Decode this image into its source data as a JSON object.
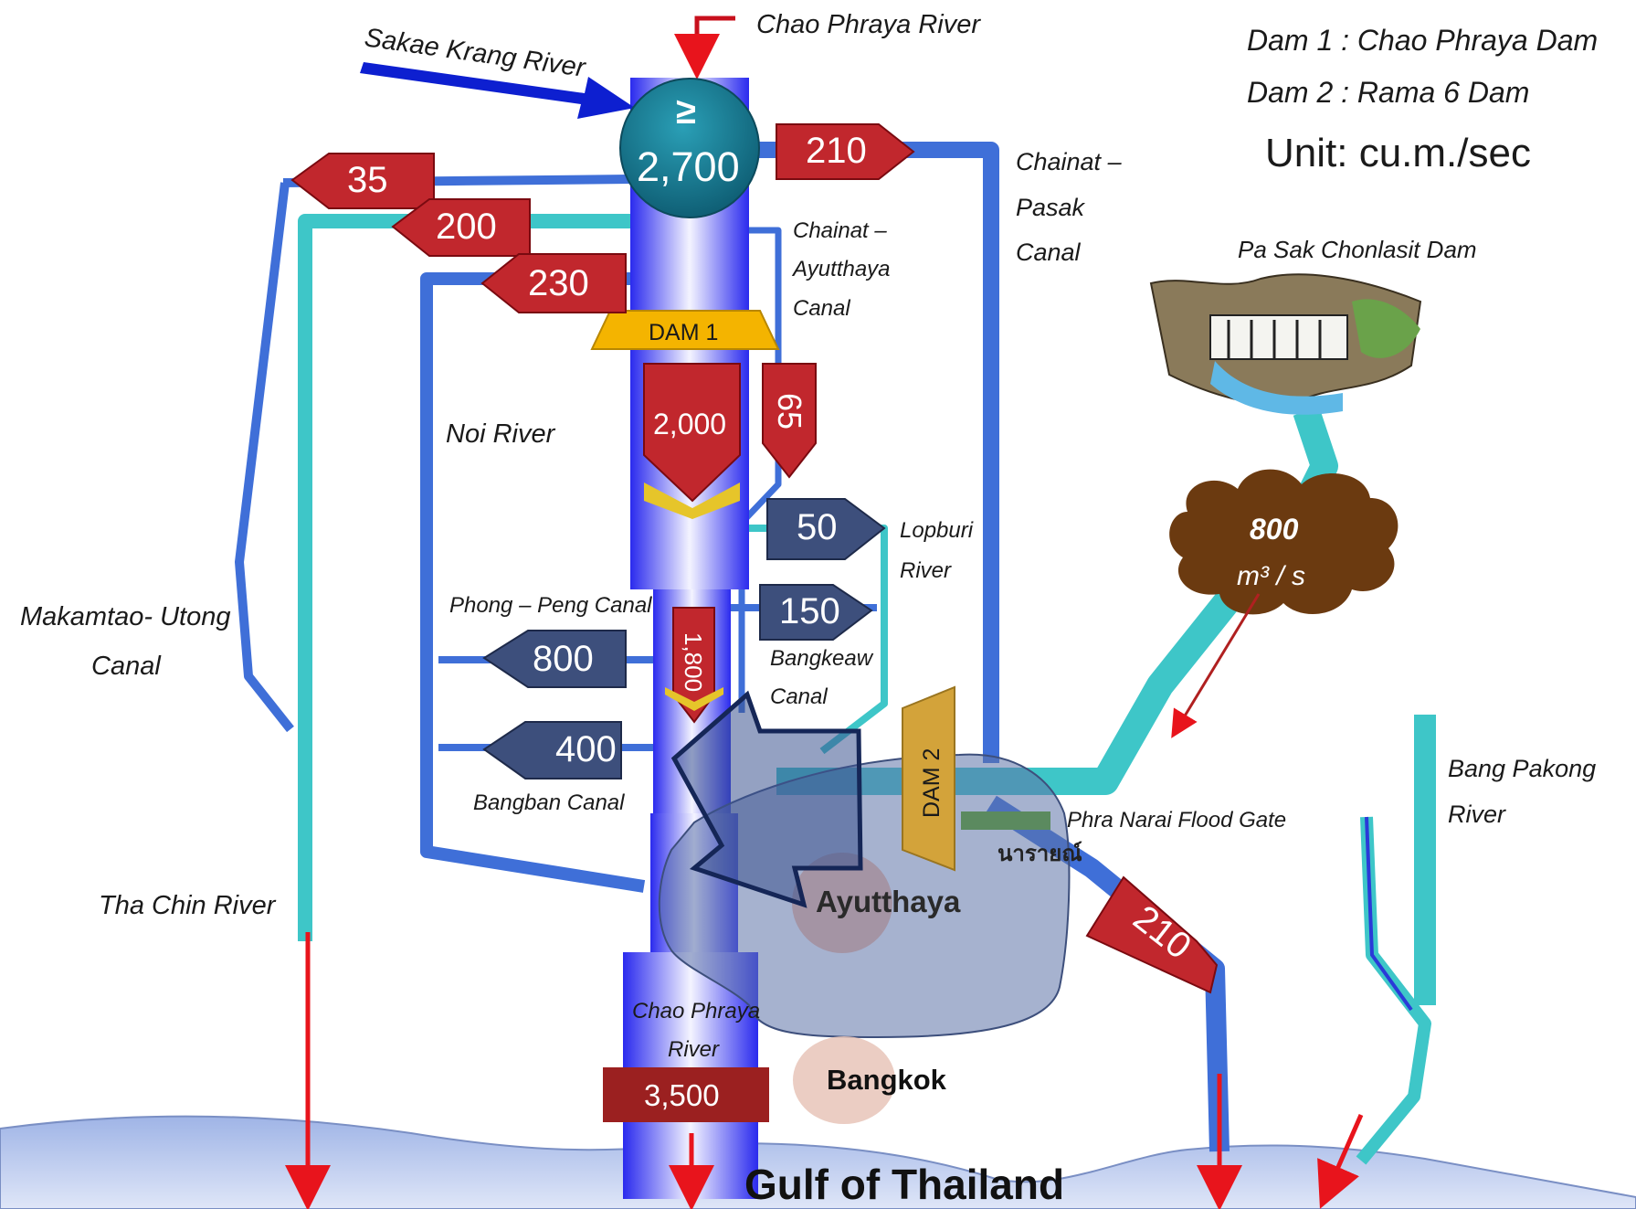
{
  "legend": {
    "dam1": "Dam 1 : Chao Phraya Dam",
    "dam2": "Dam 2 : Rama 6 Dam",
    "unit": "Unit: cu.m./sec"
  },
  "rivers": {
    "chao_phraya_top": "Chao Phraya River",
    "sakae_krang": "Sakae Krang River",
    "noi": "Noi River",
    "makamtao_1": "Makamtao- Utong",
    "makamtao_2": "Canal",
    "tha_chin": "Tha Chin River",
    "chao_phraya_bottom_1": "Chao Phraya",
    "chao_phraya_bottom_2": "River",
    "lopburi_1": "Lopburi",
    "lopburi_2": "River",
    "bang_pakong_1": "Bang Pakong",
    "bang_pakong_2": "River"
  },
  "canals": {
    "chainat_pasak_1": "Chainat –",
    "chainat_pasak_2": "Pasak",
    "chainat_pasak_3": "Canal",
    "chainat_ayutthaya_1": "Chainat –",
    "chainat_ayutthaya_2": "Ayutthaya",
    "chainat_ayutthaya_3": "Canal",
    "phong_peng": "Phong – Peng Canal",
    "bangkeaw_1": "Bangkeaw",
    "bangkeaw_2": "Canal",
    "bangban": "Bangban Canal"
  },
  "structures": {
    "dam1": "DAM 1",
    "dam2": "DAM 2",
    "pasak_dam": "Pa Sak Chonlasit Dam",
    "phra_narai": "Phra Narai  Flood Gate",
    "thai_text": "นารายณ์"
  },
  "places": {
    "ayutthaya": "Ayutthaya",
    "bangkok": "Bangkok",
    "gulf": "Gulf of Thailand"
  },
  "flows": {
    "inflow_geq": "≥",
    "inflow": "2,700",
    "pasak_canal": "210",
    "makamtao": "35",
    "tha_chin": "200",
    "noi": "230",
    "below_dam1": "2,000",
    "chainat_ayutthaya": "65",
    "lopburi": "50",
    "bangkeaw": "150",
    "phong_peng": "800",
    "bangban": "400",
    "mid_chao_phraya": "1,800",
    "outflow_east": "210",
    "pasak_cloud": "800",
    "pasak_cloud_unit": "m³ / s",
    "outflow_bottom": "3,500"
  },
  "colors": {
    "red_arrow": "#c1272d",
    "navy_arrow": "#3d4f7c",
    "canal_blue": "#3f6fd8",
    "canal_cyan": "#3ec6c8",
    "teal_circle": "#1a7f95",
    "dam_yellow": "#f4b400",
    "cloud_brown": "#6b3a10",
    "bottom_box": "#9b2020"
  }
}
